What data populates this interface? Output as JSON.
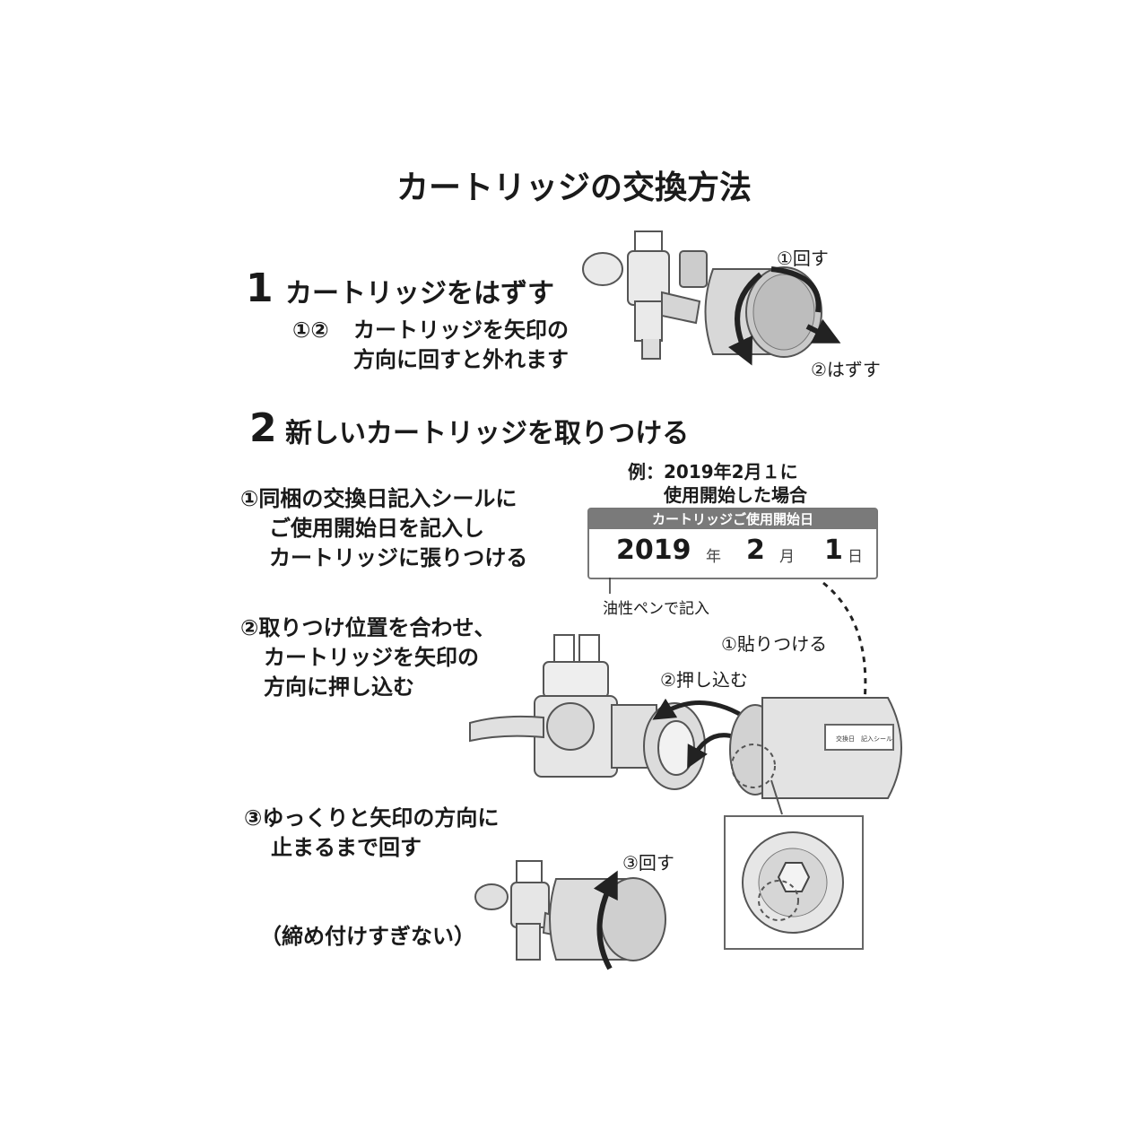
{
  "title": "カートリッジの交換方法",
  "step1": {
    "number": "1",
    "heading": "カートリッジをはずす",
    "marks": "①②",
    "text_lines": [
      "カートリッジを矢印の",
      "方向に回すと外れます"
    ],
    "callouts": {
      "turn": "①回す",
      "remove": "②はずす"
    }
  },
  "step2": {
    "number": "2",
    "heading": "新しいカートリッジを取りつける",
    "example_lines": [
      "例：2019年2月１に",
      "使用開始した場合"
    ],
    "instr1_lines": [
      "①同梱の交換日記入シールに",
      "ご使用開始日を記入し",
      "カートリッジに張りつける"
    ],
    "label": {
      "header": "カートリッジご使用開始日",
      "year": "2019",
      "year_unit": "年",
      "month": "2",
      "month_unit": "月",
      "day": "1",
      "day_unit": "日"
    },
    "pen_note": "油性ペンで記入",
    "instr2_lines": [
      "②取りつけ位置を合わせ、",
      "カートリッジを矢印の",
      "方向に押し込む"
    ],
    "callouts": {
      "attach": "①貼りつける",
      "push": "②押し込む",
      "turn": "③回す"
    },
    "instr3_lines": [
      "③ゆっくりと矢印の方向に",
      "止まるまで回す"
    ],
    "note": "（締め付けすぎない）",
    "sticker_text": "交換日　記入シール"
  }
}
